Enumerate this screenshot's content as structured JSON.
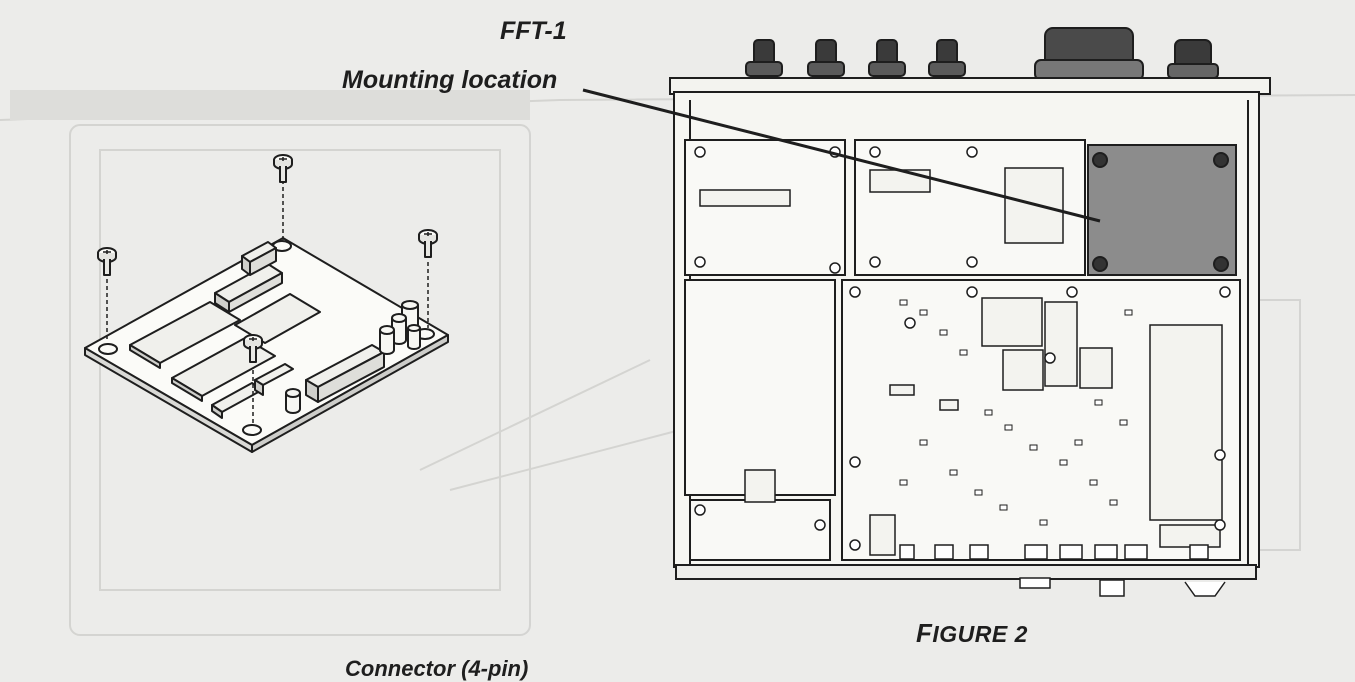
{
  "callout": {
    "line1": "FFT-1",
    "line2": "Mounting location"
  },
  "figure": {
    "caption_first_letter": "F",
    "caption_rest": "IGURE 2"
  },
  "cutoff_caption": "Connector (4-pin)",
  "colors": {
    "paper": "#ececea",
    "ink": "#1e1e1e",
    "mount_area": "#8c8c8c",
    "faint_ghost": "#cfcfcc"
  }
}
